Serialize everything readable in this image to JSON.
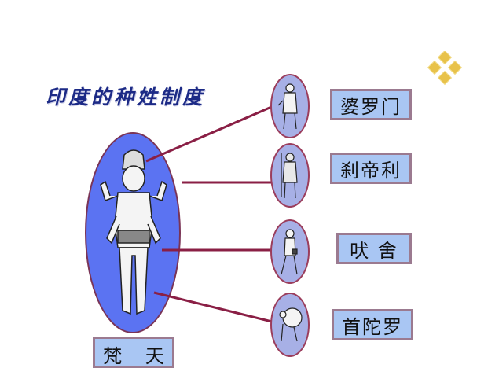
{
  "title": "印度的种姓制度",
  "deity": {
    "label": "梵 天",
    "icon": "brahma-four-armed-figure"
  },
  "castes": [
    {
      "label": "婆罗门",
      "icon": "priest-figure"
    },
    {
      "label": "刹帝利",
      "icon": "warrior-figure"
    },
    {
      "label": "吠 舍",
      "icon": "merchant-figure"
    },
    {
      "label": "首陀罗",
      "icon": "laborer-figure"
    }
  ],
  "colors": {
    "title": "#1c2a86",
    "big_ellipse": "#5b73f2",
    "small_ellipse": "#a7b0e6",
    "box_fill": "#a9c6f3",
    "connector": "#8a1f45",
    "decoration": "#e8c24a"
  },
  "decoration_icon": "four-gold-diamonds-icon"
}
